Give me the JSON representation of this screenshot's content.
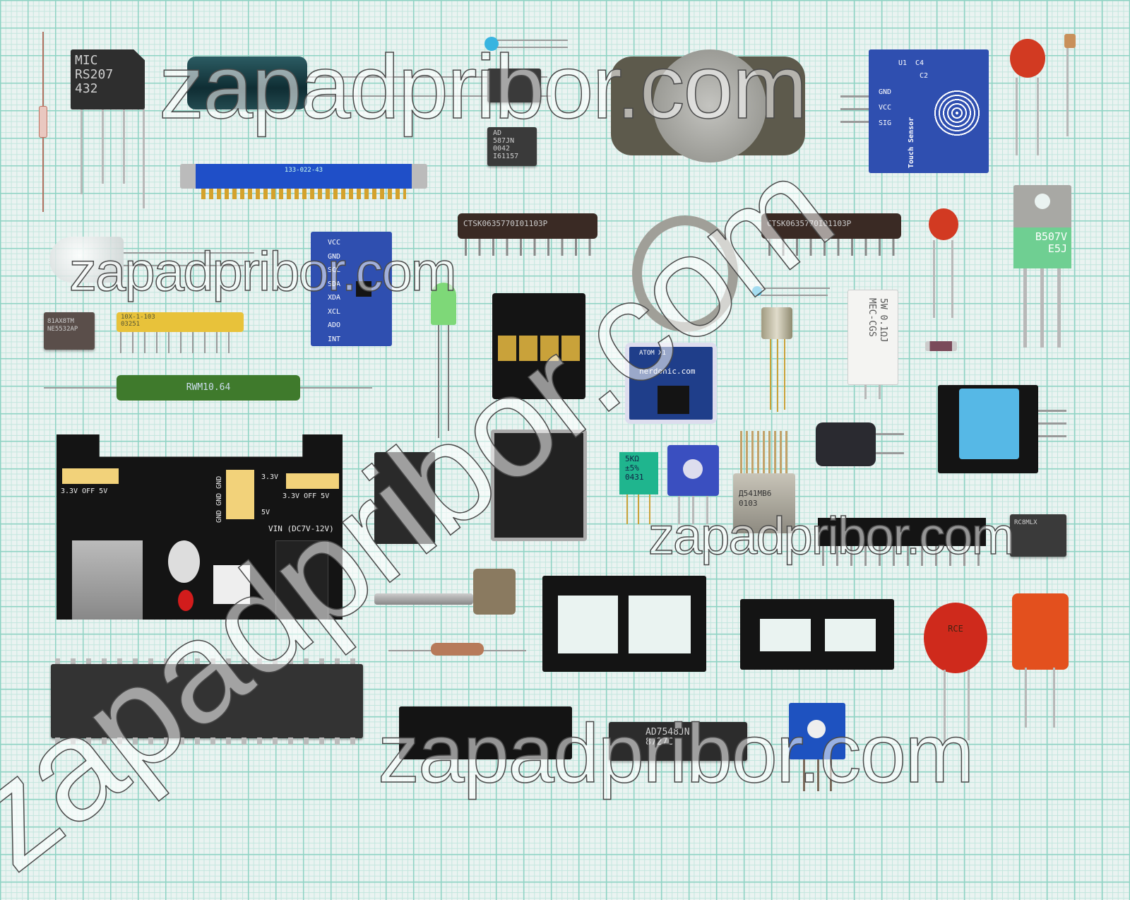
{
  "watermark": {
    "text": "zapadpribor.com"
  },
  "labels": {
    "bridge_rectifier": [
      "MIC",
      "RS207",
      "432"
    ],
    "ad587": [
      "AD",
      "587JN",
      "0042",
      "I61157"
    ],
    "edge_connector": "133-022-43",
    "resistor_network_1": "CTSK0635770I01103P",
    "resistor_network_2": "CTSK0635770I01103P",
    "touch_sensor": {
      "pins": [
        "GND",
        "VCC",
        "SIG"
      ],
      "refs": [
        "U1",
        "C4",
        "C2"
      ],
      "title": "Touch Sensor"
    },
    "gy521_pins": [
      "VCC",
      "GND",
      "SCL",
      "SDA",
      "XDA",
      "XCL",
      "ADO",
      "INT"
    ],
    "ne5532": [
      "81AX8TM",
      "NE5532AP"
    ],
    "yellow_network": [
      "10X-1-103",
      "03251"
    ],
    "rwm": "RWM10.64",
    "to220": [
      "B507V",
      "E5J"
    ],
    "cement_resistor": [
      "5W 0.1ΩJ",
      "MEC-CGS"
    ],
    "nerdonic": [
      "ATOM X1",
      "nerdonic.com"
    ],
    "trimmer_green": [
      "5KΩ",
      "±5%",
      "0431"
    ],
    "relay": [
      "Д541МВ6",
      "0103"
    ],
    "power_board": {
      "left": "3.3V OFF 5V",
      "right": "3.3V OFF 5V",
      "gnd": "GND GND GND",
      "v33": "3.3V",
      "v5": "5V",
      "vin": "VIN (DC7V-12V)"
    },
    "soic": "RC8MLX",
    "varistor": "RCE",
    "ad7548": [
      "AD7548JN",
      "8727C"
    ]
  }
}
